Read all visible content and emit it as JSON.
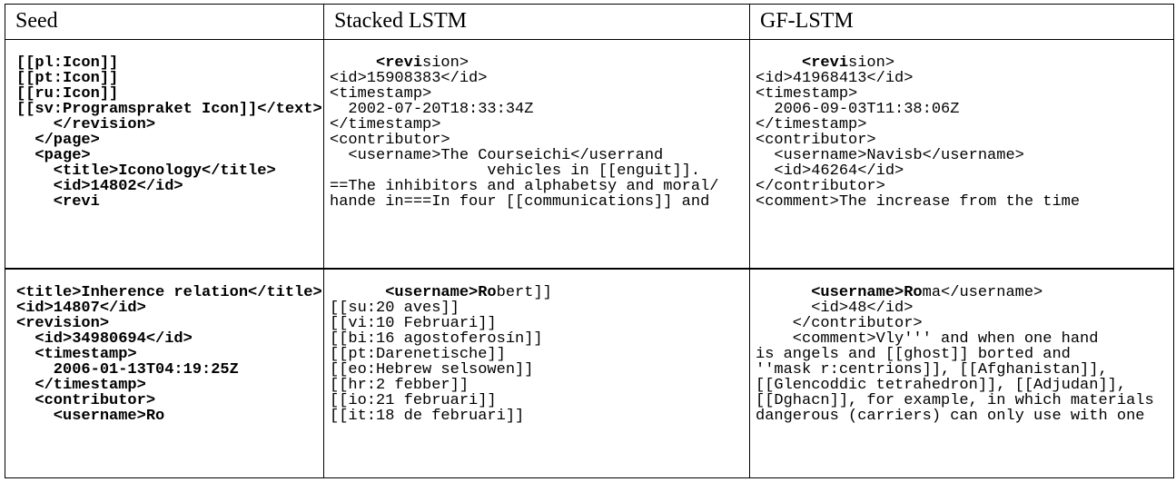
{
  "page": {
    "background_color": "#ffffff",
    "border_color": "#000000",
    "text_color": "#000000"
  },
  "table": {
    "columns": [
      {
        "label": "Seed"
      },
      {
        "label": "Stacked LSTM"
      },
      {
        "label": "GF-LSTM"
      }
    ],
    "rows": [
      {
        "seed": {
          "lines": [
            [
              {
                "t": "[[pl:Icon]]",
                "b": true
              }
            ],
            [
              {
                "t": "[[pt:Icon]]",
                "b": true
              }
            ],
            [
              {
                "t": "[[ru:Icon]]",
                "b": true
              }
            ],
            [
              {
                "t": "[[sv:Programspraket Icon]]</text>",
                "b": true
              }
            ],
            [
              {
                "t": "    </revision>",
                "b": true
              }
            ],
            [
              {
                "t": "  </page>",
                "b": true
              }
            ],
            [
              {
                "t": "  <page>",
                "b": true
              }
            ],
            [
              {
                "t": "    <title>Iconology</title>",
                "b": true
              }
            ],
            [
              {
                "t": "    <id>14802</id>",
                "b": true
              }
            ],
            [
              {
                "t": "    <revi",
                "b": true
              }
            ]
          ]
        },
        "stacked_lstm": {
          "lines": [
            [
              {
                "t": "     "
              },
              {
                "t": "<revi",
                "b": true
              },
              {
                "t": "sion>"
              }
            ],
            [
              {
                "t": "<id>15908383</id>"
              }
            ],
            [
              {
                "t": "<timestamp>"
              }
            ],
            [
              {
                "t": "  2002-07-20T18:33:34Z"
              }
            ],
            [
              {
                "t": "</timestamp>"
              }
            ],
            [
              {
                "t": "<contributor>"
              }
            ],
            [
              {
                "t": "  <username>The Courseichi</userrand"
              }
            ],
            [
              {
                "t": "                 vehicles in [[enguit]]."
              }
            ],
            [
              {
                "t": "==The inhibitors and alphabetsy and moral/"
              }
            ],
            [
              {
                "t": "hande in===In four [[communications]] and"
              }
            ]
          ]
        },
        "gf_lstm": {
          "lines": [
            [
              {
                "t": "     "
              },
              {
                "t": "<revi",
                "b": true
              },
              {
                "t": "sion>"
              }
            ],
            [
              {
                "t": "<id>41968413</id>"
              }
            ],
            [
              {
                "t": "<timestamp>"
              }
            ],
            [
              {
                "t": "  2006-09-03T11:38:06Z"
              }
            ],
            [
              {
                "t": "</timestamp>"
              }
            ],
            [
              {
                "t": "<contributor>"
              }
            ],
            [
              {
                "t": "  <username>Navisb</username>"
              }
            ],
            [
              {
                "t": "  <id>46264</id>"
              }
            ],
            [
              {
                "t": "</contributor>"
              }
            ],
            [
              {
                "t": "<comment>The increase from the time"
              }
            ]
          ]
        }
      },
      {
        "seed": {
          "lines": [
            [
              {
                "t": "<title>Inherence relation</title>",
                "b": true
              }
            ],
            [
              {
                "t": "<id>14807</id>",
                "b": true
              }
            ],
            [
              {
                "t": "<revision>",
                "b": true
              }
            ],
            [
              {
                "t": "  <id>34980694</id>",
                "b": true
              }
            ],
            [
              {
                "t": "  <timestamp>",
                "b": true
              }
            ],
            [
              {
                "t": "    2006-01-13T04:19:25Z",
                "b": true
              }
            ],
            [
              {
                "t": "  </timestamp>",
                "b": true
              }
            ],
            [
              {
                "t": "  <contributor>",
                "b": true
              }
            ],
            [
              {
                "t": "    <username>Ro",
                "b": true
              }
            ]
          ]
        },
        "stacked_lstm": {
          "lines": [
            [
              {
                "t": "      "
              },
              {
                "t": "<username>Ro",
                "b": true
              },
              {
                "t": "bert]]"
              }
            ],
            [
              {
                "t": "[[su:20 aves]]"
              }
            ],
            [
              {
                "t": "[[vi:10 Februari]]"
              }
            ],
            [
              {
                "t": "[[bi:16 agostoferosín]]"
              }
            ],
            [
              {
                "t": "[[pt:Darenetische]]"
              }
            ],
            [
              {
                "t": "[[eo:Hebrew selsowen]]"
              }
            ],
            [
              {
                "t": "[[hr:2 febber]]"
              }
            ],
            [
              {
                "t": "[[io:21 februari]]"
              }
            ],
            [
              {
                "t": "[[it:18 de februari]]"
              }
            ]
          ]
        },
        "gf_lstm": {
          "lines": [
            [
              {
                "t": "      "
              },
              {
                "t": "<username>Ro",
                "b": true
              },
              {
                "t": "ma</username>"
              }
            ],
            [
              {
                "t": "      <id>48</id>"
              }
            ],
            [
              {
                "t": "    </contributor>"
              }
            ],
            [
              {
                "t": "    <comment>Vly''' and when one hand"
              }
            ],
            [
              {
                "t": "is angels and [[ghost]] borted and"
              }
            ],
            [
              {
                "t": "''mask r:centrions]], [[Afghanistan]],"
              }
            ],
            [
              {
                "t": "[[Glencoddic tetrahedron]], [[Adjudan]],"
              }
            ],
            [
              {
                "t": "[[Dghacn]], for example, in which materials"
              }
            ],
            [
              {
                "t": "dangerous (carriers) can only use with one"
              }
            ]
          ]
        }
      }
    ]
  }
}
